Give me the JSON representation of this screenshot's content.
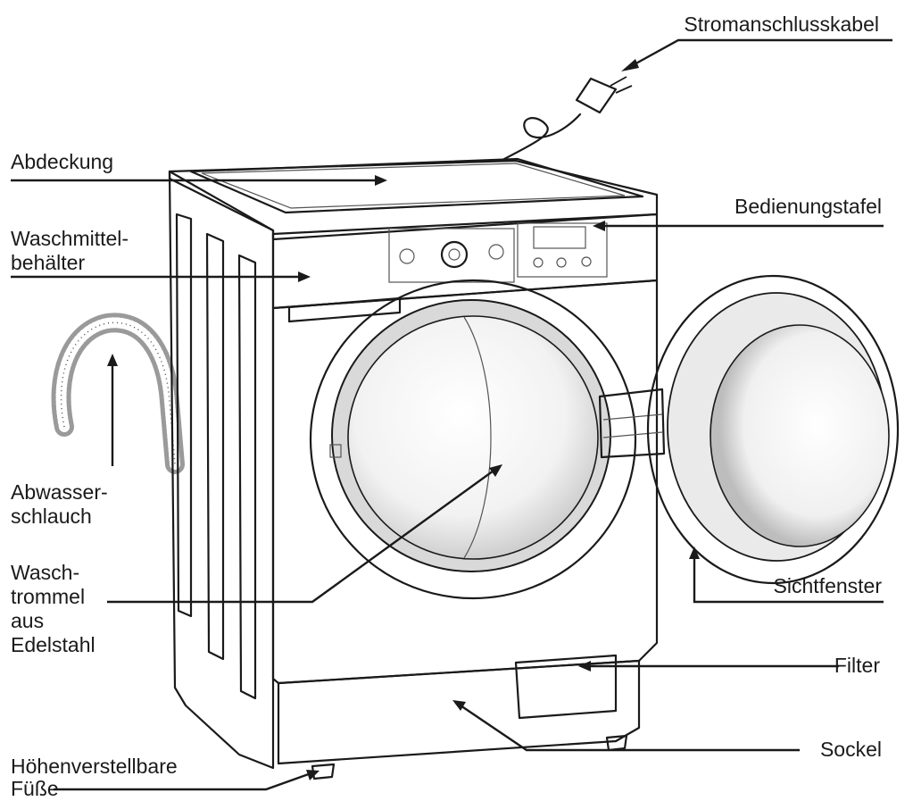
{
  "labels": {
    "power_cable": "Stromanschlusskabel",
    "cover": "Abdeckung",
    "control_panel": "Bedienungstafel",
    "detergent_line1": "Waschmittel-",
    "detergent_line2": "behälter",
    "drain_line1": "Abwasser-",
    "drain_line2": "schlauch",
    "drum_line1": "Wasch-",
    "drum_line2": "trommel",
    "drum_line3": "aus",
    "drum_line4": "Edelstahl",
    "window": "Sichtfenster",
    "filter": "Filter",
    "plinth": "Sockel",
    "feet_line1": "Höhenverstellbare",
    "feet_line2": "Füße"
  }
}
